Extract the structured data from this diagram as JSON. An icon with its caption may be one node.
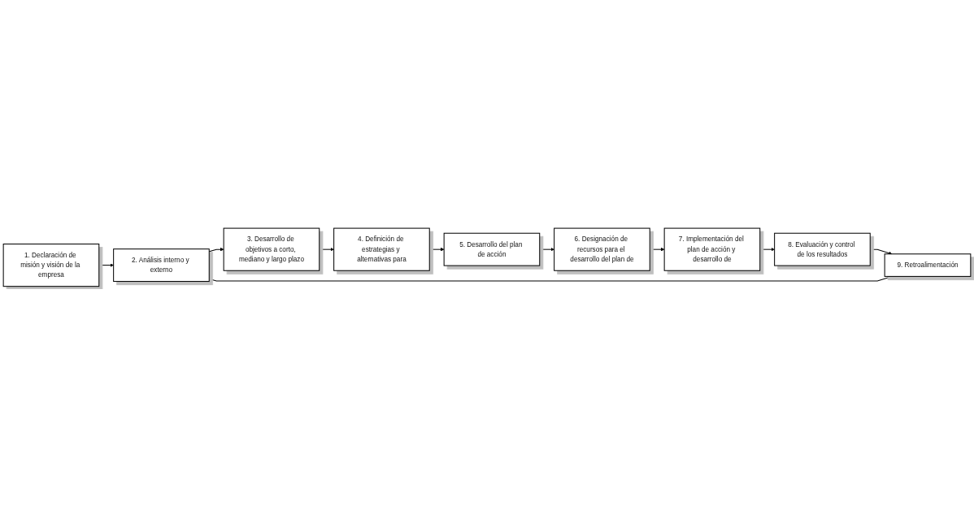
{
  "diagram": {
    "nodes": [
      {
        "text": [
          "1. Declaración de misión y visión de la empresa"
        ]
      },
      {
        "text": [
          "2. Análisis interno y externo"
        ]
      },
      {
        "text": [
          "3. Desarrollo de objetivos a corto, mediano y largo plazo"
        ]
      },
      {
        "text": [
          "4. Definición de estrategias y alternativas para"
        ]
      },
      {
        "text": [
          "5. Desarrollo del plan de acción"
        ]
      },
      {
        "text": [
          "6. Designación de recursos para el desarrollo del plan de"
        ]
      },
      {
        "text": [
          "7. Implementación del plan de acción y desarrollo de"
        ]
      },
      {
        "text": [
          "8. Evaluación y control de los resultados"
        ]
      },
      {
        "text": [
          "9. Retroalimentación"
        ]
      }
    ],
    "edges": [
      {
        "from": 0,
        "to": 1,
        "arrow": "to"
      },
      {
        "from": 1,
        "to": 2,
        "arrow": "to"
      },
      {
        "from": 2,
        "to": 3,
        "arrow": "to"
      },
      {
        "from": 3,
        "to": 4,
        "arrow": "to"
      },
      {
        "from": 4,
        "to": 5,
        "arrow": "to"
      },
      {
        "from": 5,
        "to": 6,
        "arrow": "to"
      },
      {
        "from": 6,
        "to": 7,
        "arrow": "to"
      },
      {
        "from": 7,
        "to": 8,
        "arrow": "to"
      },
      {
        "from": 8,
        "to": 1,
        "arrow": "to"
      }
    ]
  }
}
